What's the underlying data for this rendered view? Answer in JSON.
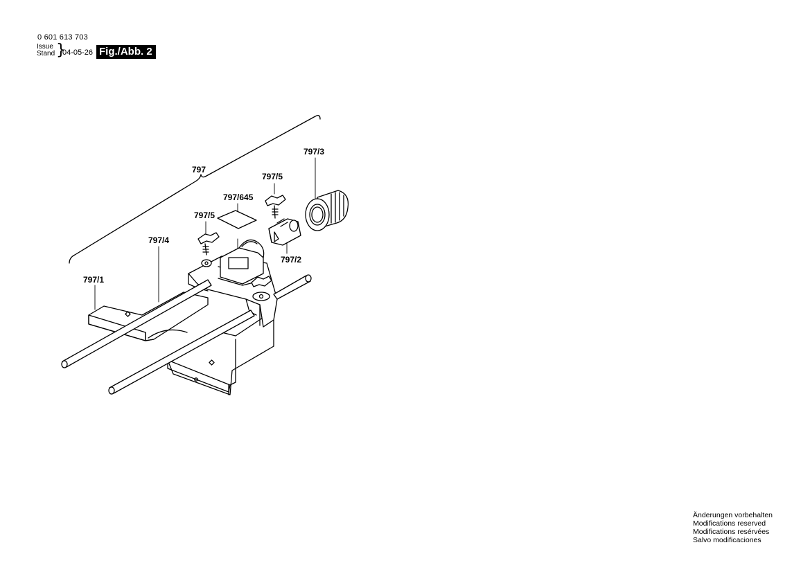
{
  "header": {
    "doc_number": "0 601 613 703",
    "issue_label": "Issue",
    "stand_label": "Stand",
    "issue_date": "04-05-26",
    "figure_label": "Fig./Abb. 2"
  },
  "callouts": {
    "assembly": "797",
    "part_1": "797/1",
    "part_2": "797/2",
    "part_3": "797/3",
    "part_4": "797/4",
    "part_5_left": "797/5",
    "part_5_right": "797/5",
    "part_645": "797/645"
  },
  "footer": {
    "notes": [
      "Änderungen vorbehalten",
      "Modifications reserved",
      "Modifications resérvées",
      "Salvo modificaciones"
    ]
  }
}
